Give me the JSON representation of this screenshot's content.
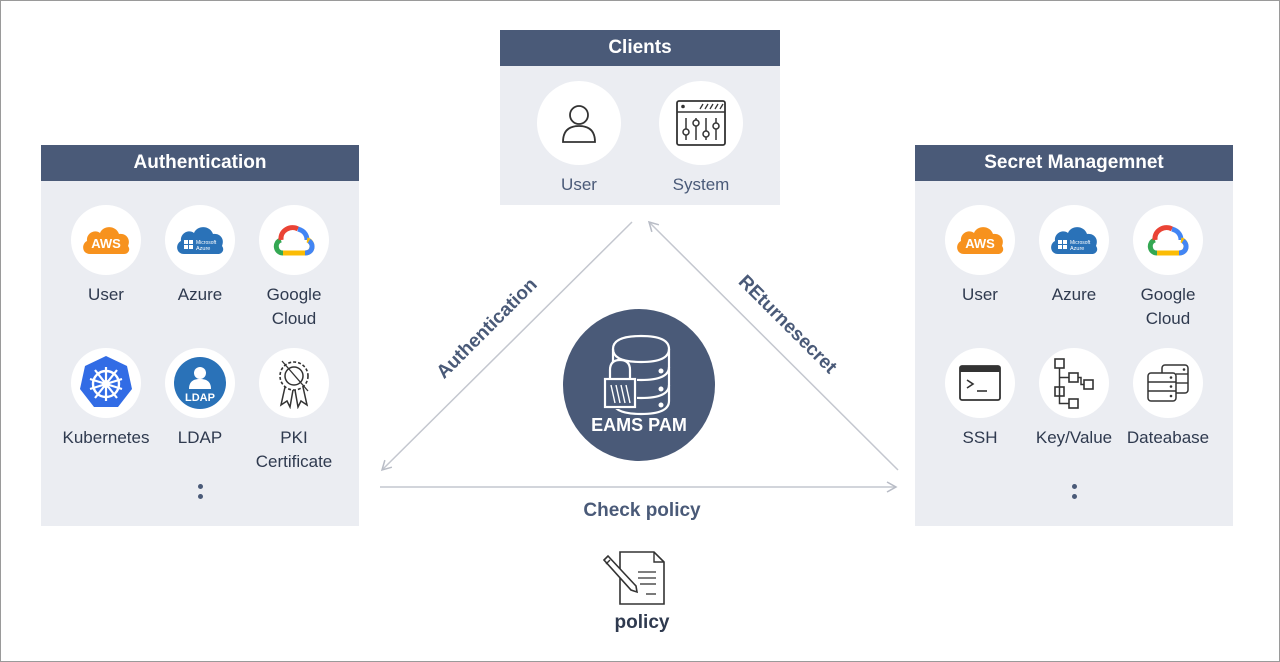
{
  "clients": {
    "title": "Clients",
    "items": [
      {
        "label": "User",
        "icon": "user-icon"
      },
      {
        "label": "System",
        "icon": "system-panel-icon"
      }
    ]
  },
  "authentication": {
    "title": "Authentication",
    "items": [
      {
        "label": "User",
        "icon": "aws-icon"
      },
      {
        "label": "Azure",
        "icon": "azure-icon"
      },
      {
        "label": "Google Cloud",
        "icon": "google-cloud-icon"
      },
      {
        "label": "Kubernetes",
        "icon": "kubernetes-icon"
      },
      {
        "label": "LDAP",
        "icon": "ldap-icon"
      },
      {
        "label": "PKI Certificate",
        "icon": "certificate-icon"
      }
    ]
  },
  "secret_management": {
    "title": "Secret Managemnet",
    "items": [
      {
        "label": "User",
        "icon": "aws-icon"
      },
      {
        "label": "Azure",
        "icon": "azure-icon"
      },
      {
        "label": "Google Cloud",
        "icon": "google-cloud-icon"
      },
      {
        "label": "SSH",
        "icon": "terminal-icon"
      },
      {
        "label": "Key/Value",
        "icon": "key-value-icon"
      },
      {
        "label": "Dateabase",
        "icon": "database-icon"
      }
    ]
  },
  "arrows": {
    "authentication": "Authentication",
    "return_secret": "REturnesecret",
    "check_policy": "Check policy"
  },
  "center": {
    "label": "EAMS PAM"
  },
  "policy": {
    "label": "policy"
  },
  "icon_texts": {
    "aws": "AWS",
    "azure_small": "Microsoft Azure",
    "ldap": "LDAP"
  },
  "colors": {
    "header": "#4a5a78",
    "panel": "#ebedf2",
    "aws_orange": "#f7921e",
    "azure_blue": "#2a72b8",
    "k8s_blue": "#326ce5"
  }
}
